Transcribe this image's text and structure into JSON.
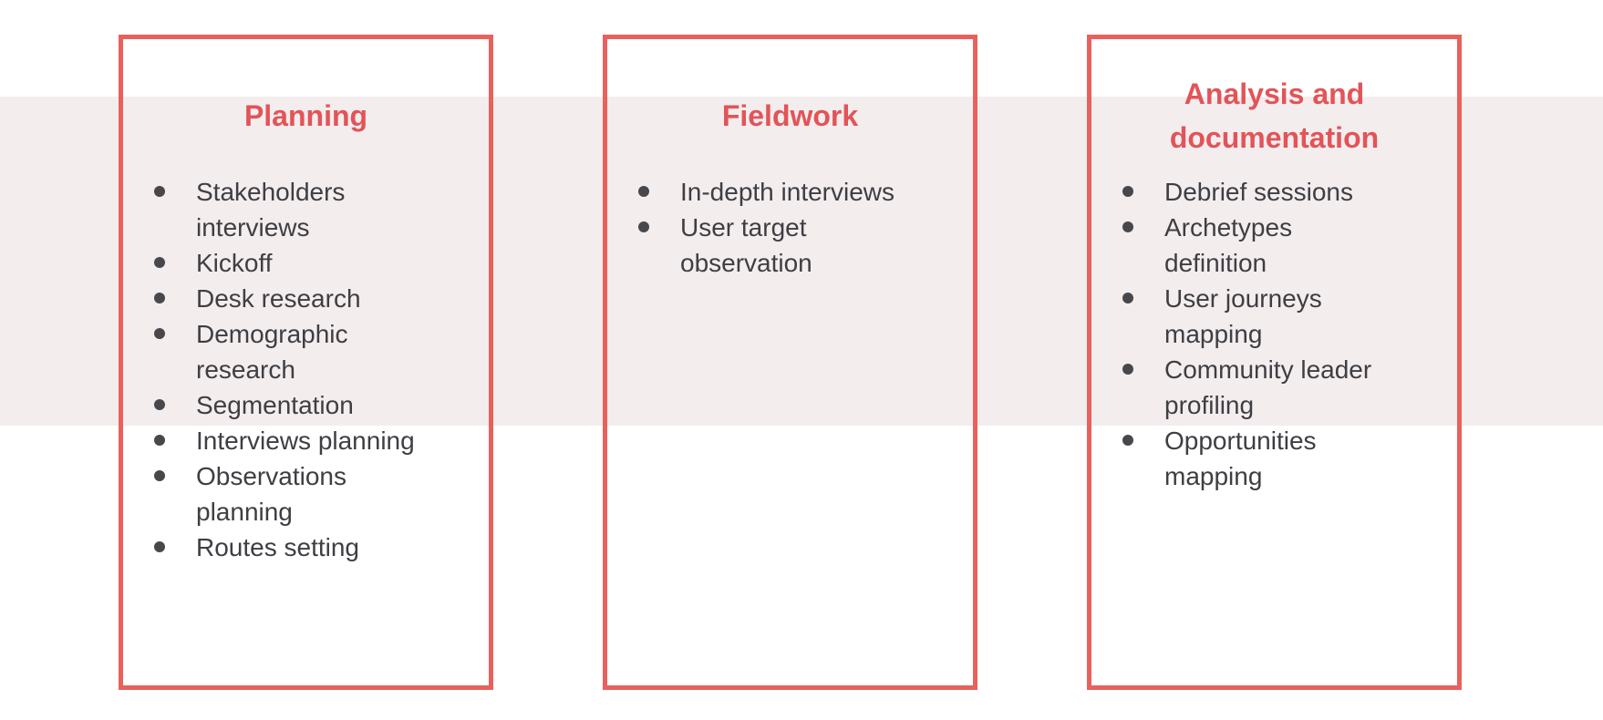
{
  "theme": {
    "background": "#ffffff",
    "band_color": "#f3edee",
    "card_border_color": "#e8615c",
    "title_color": "#e25458",
    "body_text_color": "#3e3e43",
    "bullet_color": "#48484c"
  },
  "columns": [
    {
      "title": "Planning",
      "items": [
        "Stakeholders interviews",
        "Kickoff",
        "Desk research",
        "Demographic research",
        "Segmentation",
        "Interviews planning",
        "Observations planning",
        "Routes setting"
      ]
    },
    {
      "title": "Fieldwork",
      "items": [
        "In-depth interviews",
        "User target observation"
      ]
    },
    {
      "title": "Analysis and documentation",
      "items": [
        "Debrief sessions",
        "Archetypes definition",
        "User journeys mapping",
        "Community leader profiling",
        "Opportunities mapping"
      ]
    }
  ]
}
